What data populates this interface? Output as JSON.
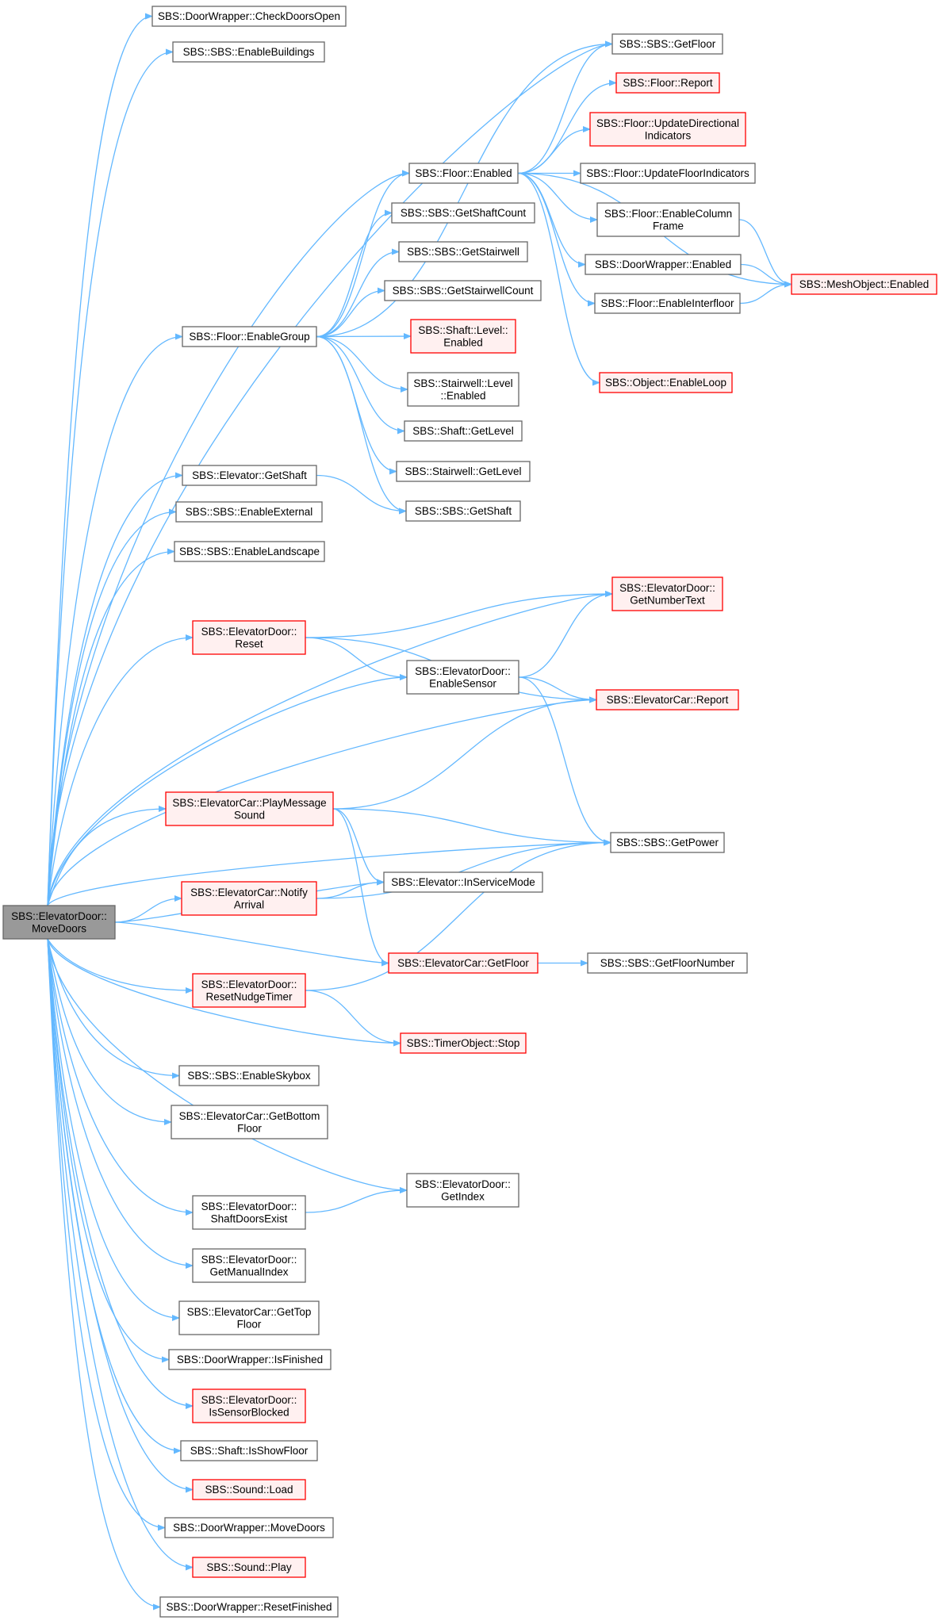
{
  "colors": {
    "edge": "#63b8ff",
    "node_border": "#666666",
    "node_fill": "#ffffff",
    "truncated_border": "#ff0000",
    "truncated_fill": "#fff0f0",
    "root_fill": "#999999",
    "root_border": "#666666"
  },
  "nodes": [
    {
      "id": "root",
      "lines": [
        "SBS::ElevatorDoor::",
        "MoveDoors"
      ],
      "style": "root"
    },
    {
      "id": "n1",
      "lines": [
        "SBS::DoorWrapper::CheckDoorsOpen"
      ],
      "style": "normal"
    },
    {
      "id": "n2",
      "lines": [
        "SBS::SBS::EnableBuildings"
      ],
      "style": "normal"
    },
    {
      "id": "n3",
      "lines": [
        "SBS::SBS::GetFloor"
      ],
      "style": "normal"
    },
    {
      "id": "n4",
      "lines": [
        "SBS::Floor::Report"
      ],
      "style": "truncated"
    },
    {
      "id": "n5",
      "lines": [
        "SBS::Floor::UpdateDirectional",
        "Indicators"
      ],
      "style": "truncated"
    },
    {
      "id": "n6",
      "lines": [
        "SBS::Floor::Enabled"
      ],
      "style": "normal"
    },
    {
      "id": "n7",
      "lines": [
        "SBS::Floor::UpdateFloorIndicators"
      ],
      "style": "normal"
    },
    {
      "id": "n8",
      "lines": [
        "SBS::Floor::EnableColumn",
        "Frame"
      ],
      "style": "normal"
    },
    {
      "id": "n9",
      "lines": [
        "SBS::SBS::GetShaftCount"
      ],
      "style": "normal"
    },
    {
      "id": "n10",
      "lines": [
        "SBS::SBS::GetStairwell"
      ],
      "style": "normal"
    },
    {
      "id": "n11",
      "lines": [
        "SBS::DoorWrapper::Enabled"
      ],
      "style": "normal"
    },
    {
      "id": "n12",
      "lines": [
        "SBS::MeshObject::Enabled"
      ],
      "style": "truncated"
    },
    {
      "id": "n13",
      "lines": [
        "SBS::SBS::GetStairwellCount"
      ],
      "style": "normal"
    },
    {
      "id": "n14",
      "lines": [
        "SBS::Floor::EnableInterfloor"
      ],
      "style": "normal"
    },
    {
      "id": "n15",
      "lines": [
        "SBS::Floor::EnableGroup"
      ],
      "style": "normal"
    },
    {
      "id": "n16",
      "lines": [
        "SBS::Shaft::Level::",
        "Enabled"
      ],
      "style": "truncated"
    },
    {
      "id": "n17",
      "lines": [
        "SBS::Object::EnableLoop"
      ],
      "style": "truncated"
    },
    {
      "id": "n18",
      "lines": [
        "SBS::Stairwell::Level",
        "::Enabled"
      ],
      "style": "normal"
    },
    {
      "id": "n19",
      "lines": [
        "SBS::Shaft::GetLevel"
      ],
      "style": "normal"
    },
    {
      "id": "n20",
      "lines": [
        "SBS::Elevator::GetShaft"
      ],
      "style": "normal"
    },
    {
      "id": "n21",
      "lines": [
        "SBS::Stairwell::GetLevel"
      ],
      "style": "normal"
    },
    {
      "id": "n22",
      "lines": [
        "SBS::SBS::EnableExternal"
      ],
      "style": "normal"
    },
    {
      "id": "n23",
      "lines": [
        "SBS::SBS::GetShaft"
      ],
      "style": "normal"
    },
    {
      "id": "n24",
      "lines": [
        "SBS::SBS::EnableLandscape"
      ],
      "style": "normal"
    },
    {
      "id": "n25",
      "lines": [
        "SBS::ElevatorDoor::",
        "GetNumberText"
      ],
      "style": "truncated"
    },
    {
      "id": "n26",
      "lines": [
        "SBS::ElevatorDoor::",
        "Reset"
      ],
      "style": "truncated"
    },
    {
      "id": "n27",
      "lines": [
        "SBS::ElevatorDoor::",
        "EnableSensor"
      ],
      "style": "normal"
    },
    {
      "id": "n28",
      "lines": [
        "SBS::ElevatorCar::Report"
      ],
      "style": "truncated"
    },
    {
      "id": "n29",
      "lines": [
        "SBS::ElevatorCar::PlayMessage",
        "Sound"
      ],
      "style": "truncated"
    },
    {
      "id": "n30",
      "lines": [
        "SBS::SBS::GetPower"
      ],
      "style": "normal"
    },
    {
      "id": "n31",
      "lines": [
        "SBS::ElevatorCar::Notify",
        "Arrival"
      ],
      "style": "truncated"
    },
    {
      "id": "n32",
      "lines": [
        "SBS::Elevator::InServiceMode"
      ],
      "style": "normal"
    },
    {
      "id": "n33",
      "lines": [
        "SBS::ElevatorCar::GetFloor"
      ],
      "style": "truncated"
    },
    {
      "id": "n34",
      "lines": [
        "SBS::SBS::GetFloorNumber"
      ],
      "style": "normal"
    },
    {
      "id": "n35",
      "lines": [
        "SBS::ElevatorDoor::",
        "ResetNudgeTimer"
      ],
      "style": "truncated"
    },
    {
      "id": "n36",
      "lines": [
        "SBS::TimerObject::Stop"
      ],
      "style": "truncated"
    },
    {
      "id": "n37",
      "lines": [
        "SBS::SBS::EnableSkybox"
      ],
      "style": "normal"
    },
    {
      "id": "n38",
      "lines": [
        "SBS::ElevatorCar::GetBottom",
        "Floor"
      ],
      "style": "normal"
    },
    {
      "id": "n39",
      "lines": [
        "SBS::ElevatorDoor::",
        "GetIndex"
      ],
      "style": "normal"
    },
    {
      "id": "n40",
      "lines": [
        "SBS::ElevatorDoor::",
        "ShaftDoorsExist"
      ],
      "style": "normal"
    },
    {
      "id": "n41",
      "lines": [
        "SBS::ElevatorDoor::",
        "GetManualIndex"
      ],
      "style": "normal"
    },
    {
      "id": "n42",
      "lines": [
        "SBS::ElevatorCar::GetTop",
        "Floor"
      ],
      "style": "normal"
    },
    {
      "id": "n43",
      "lines": [
        "SBS::DoorWrapper::IsFinished"
      ],
      "style": "normal"
    },
    {
      "id": "n44",
      "lines": [
        "SBS::ElevatorDoor::",
        "IsSensorBlocked"
      ],
      "style": "truncated"
    },
    {
      "id": "n45",
      "lines": [
        "SBS::Shaft::IsShowFloor"
      ],
      "style": "normal"
    },
    {
      "id": "n46",
      "lines": [
        "SBS::Sound::Load"
      ],
      "style": "truncated"
    },
    {
      "id": "n47",
      "lines": [
        "SBS::DoorWrapper::MoveDoors"
      ],
      "style": "normal"
    },
    {
      "id": "n48",
      "lines": [
        "SBS::Sound::Play"
      ],
      "style": "truncated"
    },
    {
      "id": "n49",
      "lines": [
        "SBS::DoorWrapper::ResetFinished"
      ],
      "style": "normal"
    }
  ],
  "edges": [
    [
      "root",
      "n1"
    ],
    [
      "root",
      "n2"
    ],
    [
      "root",
      "n3"
    ],
    [
      "root",
      "n6"
    ],
    [
      "root",
      "n15"
    ],
    [
      "root",
      "n20"
    ],
    [
      "root",
      "n22"
    ],
    [
      "root",
      "n24"
    ],
    [
      "root",
      "n25"
    ],
    [
      "root",
      "n26"
    ],
    [
      "root",
      "n27"
    ],
    [
      "root",
      "n28"
    ],
    [
      "root",
      "n29"
    ],
    [
      "root",
      "n30"
    ],
    [
      "root",
      "n31"
    ],
    [
      "root",
      "n32"
    ],
    [
      "root",
      "n33"
    ],
    [
      "root",
      "n35"
    ],
    [
      "root",
      "n36"
    ],
    [
      "root",
      "n37"
    ],
    [
      "root",
      "n38"
    ],
    [
      "root",
      "n39"
    ],
    [
      "root",
      "n40"
    ],
    [
      "root",
      "n41"
    ],
    [
      "root",
      "n42"
    ],
    [
      "root",
      "n43"
    ],
    [
      "root",
      "n44"
    ],
    [
      "root",
      "n45"
    ],
    [
      "root",
      "n46"
    ],
    [
      "root",
      "n47"
    ],
    [
      "root",
      "n48"
    ],
    [
      "root",
      "n49"
    ],
    [
      "n6",
      "n3"
    ],
    [
      "n6",
      "n4"
    ],
    [
      "n6",
      "n5"
    ],
    [
      "n6",
      "n7"
    ],
    [
      "n6",
      "n8"
    ],
    [
      "n6",
      "n11"
    ],
    [
      "n6",
      "n14"
    ],
    [
      "n6",
      "n12"
    ],
    [
      "n6",
      "n17"
    ],
    [
      "n8",
      "n12"
    ],
    [
      "n11",
      "n12"
    ],
    [
      "n14",
      "n12"
    ],
    [
      "n15",
      "n3"
    ],
    [
      "n15",
      "n6"
    ],
    [
      "n15",
      "n9"
    ],
    [
      "n15",
      "n10"
    ],
    [
      "n15",
      "n13"
    ],
    [
      "n15",
      "n16"
    ],
    [
      "n15",
      "n18"
    ],
    [
      "n15",
      "n19"
    ],
    [
      "n15",
      "n21"
    ],
    [
      "n15",
      "n23"
    ],
    [
      "n20",
      "n23"
    ],
    [
      "n26",
      "n25"
    ],
    [
      "n26",
      "n27"
    ],
    [
      "n26",
      "n28"
    ],
    [
      "n27",
      "n25"
    ],
    [
      "n27",
      "n28"
    ],
    [
      "n27",
      "n30"
    ],
    [
      "n29",
      "n28"
    ],
    [
      "n29",
      "n30"
    ],
    [
      "n29",
      "n32"
    ],
    [
      "n29",
      "n33"
    ],
    [
      "n31",
      "n32"
    ],
    [
      "n31",
      "n30"
    ],
    [
      "n33",
      "n34"
    ],
    [
      "n35",
      "n30"
    ],
    [
      "n35",
      "n36"
    ],
    [
      "n40",
      "n39"
    ]
  ]
}
